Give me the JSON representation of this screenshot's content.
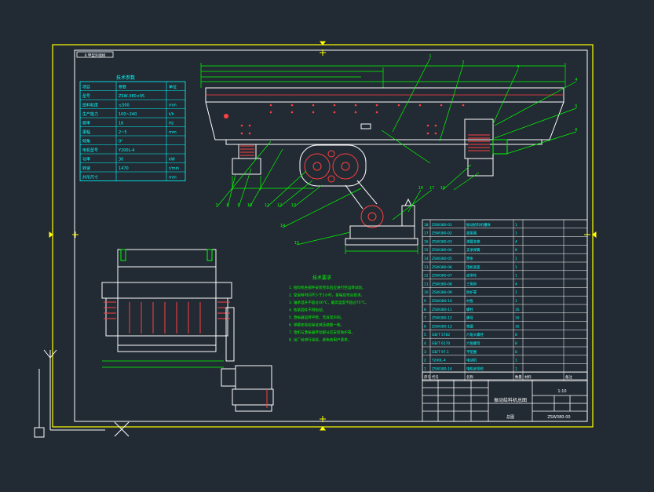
{
  "drawing": {
    "title_tag": "0 甲型外图样",
    "params_table": {
      "title": "技术参数",
      "header": [
        "项目",
        "参数",
        "单位"
      ],
      "rows": [
        [
          "型号",
          "ZSW-380×95",
          ""
        ],
        [
          "给料粒度",
          "≤500",
          "mm"
        ],
        [
          "生产能力",
          "100~240",
          "t/h"
        ],
        [
          "频率",
          "16",
          "Hz"
        ],
        [
          "振幅",
          "2~5",
          "mm"
        ],
        [
          "倾角",
          "0°",
          ""
        ],
        [
          "电机型号",
          "Y200L-4",
          ""
        ],
        [
          "功率",
          "30",
          "kW"
        ],
        [
          "转速",
          "1470",
          "r/min"
        ],
        [
          "外形尺寸",
          "",
          "mm"
        ]
      ]
    },
    "tech_notes": {
      "title": "技术要求",
      "lines": [
        "1. 给料机各部件安装完毕后应进行空运转试验。",
        "2. 空运转时间不少于2小时，振幅应符合要求。",
        "3. 轴承温升不超过40℃，最高温度不超过75℃。",
        "4. 各紧固件不得松动。",
        "5. 激振器运转平稳，无异常声响。",
        "6. 弹簧安装应保证其压缩量一致。",
        "7. 电机与激振器传动部分应安装防护罩。",
        "8. 出厂前进行涂装，颜色按用户要求。"
      ]
    },
    "bom": {
      "rows": [
        [
          "18",
          "ZSW380-01",
          "振动给料机槽体",
          "1",
          "",
          ""
        ],
        [
          "17",
          "ZSW380-02",
          "激振器",
          "1",
          "",
          ""
        ],
        [
          "16",
          "ZSW380-03",
          "弹簧支座",
          "4",
          "",
          ""
        ],
        [
          "15",
          "ZSW380-04",
          "支承弹簧",
          "8",
          "",
          ""
        ],
        [
          "14",
          "ZSW380-05",
          "箅条",
          "1",
          "",
          ""
        ],
        [
          "13",
          "ZSW380-06",
          "电机底座",
          "1",
          "",
          ""
        ],
        [
          "12",
          "ZSW380-07",
          "皮带轮",
          "1",
          "",
          ""
        ],
        [
          "11",
          "ZSW380-08",
          "三角带",
          "4",
          "",
          ""
        ],
        [
          "10",
          "ZSW380-09",
          "防护罩",
          "1",
          "",
          ""
        ],
        [
          "9",
          "ZSW380-10",
          "衬板",
          "1",
          "",
          ""
        ],
        [
          "8",
          "ZSW380-11",
          "螺栓",
          "16",
          "",
          ""
        ],
        [
          "7",
          "ZSW380-12",
          "螺母",
          "16",
          "",
          ""
        ],
        [
          "6",
          "ZSW380-13",
          "垫圈",
          "16",
          "",
          ""
        ],
        [
          "5",
          "GB/T 5782",
          "六角头螺栓",
          "8",
          "",
          ""
        ],
        [
          "4",
          "GB/T 6170",
          "六角螺母",
          "8",
          "",
          ""
        ],
        [
          "3",
          "GB/T 97.1",
          "平垫圈",
          "8",
          "",
          ""
        ],
        [
          "2",
          "Y200L-4",
          "电动机",
          "1",
          "",
          ""
        ],
        [
          "1",
          "ZSW380-14",
          "电机皮带轮",
          "1",
          "",
          ""
        ]
      ],
      "header": [
        "序号",
        "代号",
        "名称",
        "数量",
        "材料",
        "备注"
      ]
    },
    "title_block": {
      "name": "振动给料机总图",
      "drawing_no": "ZSW380-00",
      "scale": "1:10",
      "sheet": "总图"
    },
    "balloon_labels": [
      "1",
      "2",
      "3",
      "4",
      "5",
      "6",
      "7",
      "8",
      "9",
      "10",
      "11",
      "12",
      "13",
      "14",
      "15",
      "16",
      "17",
      "18"
    ]
  }
}
